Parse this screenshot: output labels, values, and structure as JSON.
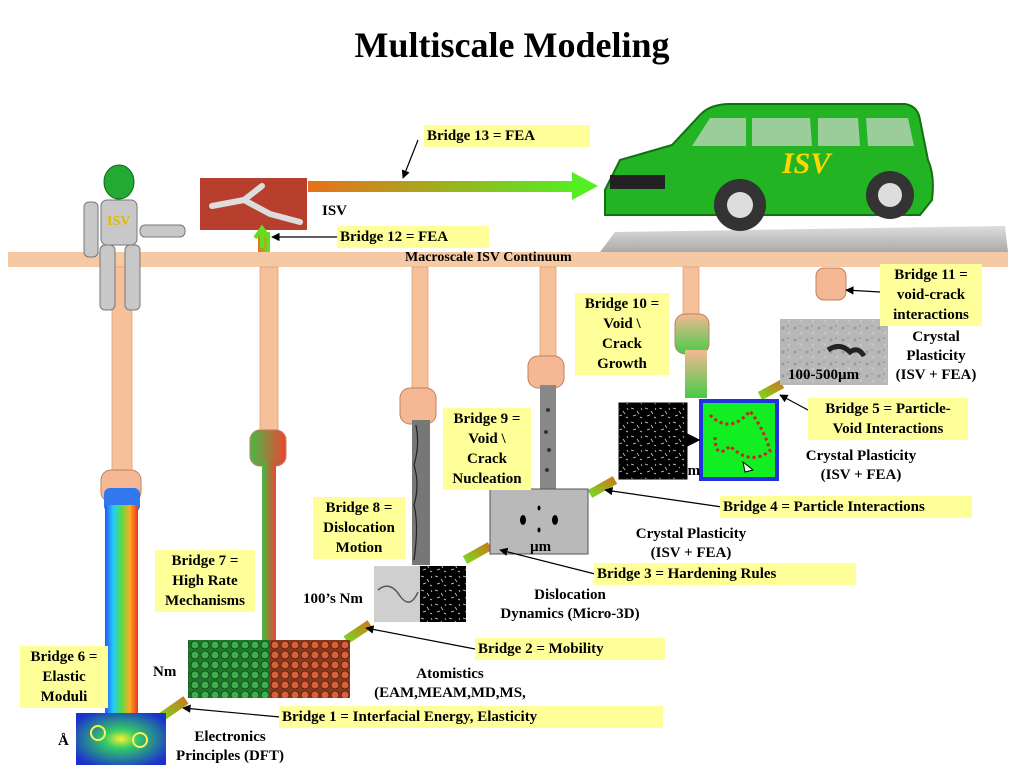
{
  "title": "Multiscale Modeling",
  "continuum_label": "Macroscale ISV Continuum",
  "isv_label": "ISV",
  "car_text": "ISV",
  "robot_text": "ISV",
  "bridges": {
    "b1": "Bridge 1 = Interfacial Energy, Elasticity",
    "b2": "Bridge 2 = Mobility",
    "b3": "Bridge 3 = Hardening Rules",
    "b4": "Bridge 4 = Particle Interactions",
    "b5": [
      "Bridge 5 = Particle-",
      "Void Interactions"
    ],
    "b6": [
      "Bridge 6 =",
      "Elastic",
      "Moduli"
    ],
    "b7": [
      "Bridge 7 =",
      "High Rate",
      "Mechanisms"
    ],
    "b8": [
      "Bridge 8 =",
      "Dislocation",
      "Motion"
    ],
    "b9": [
      "Bridge 9 =",
      "Void \\",
      "Crack",
      "Nucleation"
    ],
    "b10": [
      "Bridge 10 =",
      "Void \\",
      "Crack",
      "Growth"
    ],
    "b11": [
      "Bridge 11 =",
      "void-crack",
      "interactions"
    ],
    "b12": "Bridge 12 = FEA",
    "b13": "Bridge 13 = FEA"
  },
  "scales": {
    "angstrom": "Å",
    "nm": "Nm",
    "hundreds_nm": "100’s Nm",
    "um": "µm",
    "um_partial": "µm",
    "macro_um": "100-500µm"
  },
  "methods": {
    "electronics": [
      "Electronics",
      "Principles (DFT)"
    ],
    "atomistics": [
      "Atomistics",
      "(EAM,MEAM,MD,MS,"
    ],
    "dislocation": [
      "Dislocation",
      "Dynamics (Micro-3D)"
    ],
    "crystal1": [
      "Crystal Plasticity",
      "(ISV + FEA)"
    ],
    "crystal2": [
      "Crystal Plasticity",
      "(ISV + FEA)"
    ],
    "crystal3": [
      "Crystal",
      "Plasticity",
      "(ISV + FEA)"
    ]
  },
  "colors": {
    "continuum": "#f5c9a3",
    "arm": "#f5c09a",
    "label_bg": "#ffff99",
    "car_green": "#22b422",
    "arrow_green": "#66dd22",
    "arrow_orange": "#e67a1a"
  }
}
